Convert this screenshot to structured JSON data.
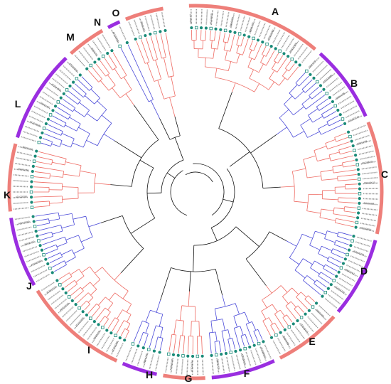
{
  "figure": {
    "colors": {
      "clade_band_pink": "#ee7f7a",
      "clade_band_purple": "#9a2ee0",
      "branch_red": "#ee6a62",
      "branch_blue": "#4a4ad8",
      "branch_black": "#111111",
      "marker_teal": "#1a8a78"
    },
    "clades": [
      {
        "letter": "A",
        "color_key": "clade_band_pink"
      },
      {
        "letter": "B",
        "color_key": "clade_band_purple"
      },
      {
        "letter": "C",
        "color_key": "clade_band_pink"
      },
      {
        "letter": "D",
        "color_key": "clade_band_purple"
      },
      {
        "letter": "E",
        "color_key": "clade_band_pink"
      },
      {
        "letter": "F",
        "color_key": "clade_band_purple"
      },
      {
        "letter": "G",
        "color_key": "clade_band_pink"
      },
      {
        "letter": "H",
        "color_key": "clade_band_purple"
      },
      {
        "letter": "I",
        "color_key": "clade_band_pink"
      },
      {
        "letter": "J",
        "color_key": "clade_band_purple"
      },
      {
        "letter": "K",
        "color_key": "clade_band_pink"
      },
      {
        "letter": "L",
        "color_key": "clade_band_purple"
      },
      {
        "letter": "M",
        "color_key": "clade_band_pink"
      },
      {
        "letter": "N",
        "color_key": "clade_band_purple"
      },
      {
        "letter": "O",
        "color_key": "clade_band_pink"
      }
    ],
    "visible_leaf_labels": [
      "SbbHLH2",
      "AT1G09530",
      "SbbHLH31",
      "SbbHLH32",
      "AT2G24260",
      "AT5G37800",
      "SbbHLH5",
      "AT4G30980",
      "SbbHLH38",
      "AT1G27740",
      "SbbHLH39",
      "AT1G66470",
      "AT5G58010",
      "SbbHLH64",
      "AT1G63650",
      "AT5G41315",
      "SbbHLH12",
      "AT2G31730",
      "SbbHLH40",
      "AT3G06120",
      "SbbHLH66",
      "AT1G68810",
      "AT5G50915",
      "SbbHLH70",
      "AT5G09750",
      "AT4G29100",
      "SbbHLH42",
      "AT1G01260",
      "SbbHLH41",
      "AT1G22490",
      "AT3G26744",
      "AT2G22770",
      "AT2G22760",
      "SbbHLH15",
      "AT2G20180",
      "AT4G28790",
      "SbbHLH58",
      "SbbHLH18",
      "AT1G73830",
      "SbbHLH27",
      "AT3G57800",
      "AT5G43650",
      "SbbHLH3",
      "AT1G05805",
      "SbbHLH13"
    ]
  }
}
